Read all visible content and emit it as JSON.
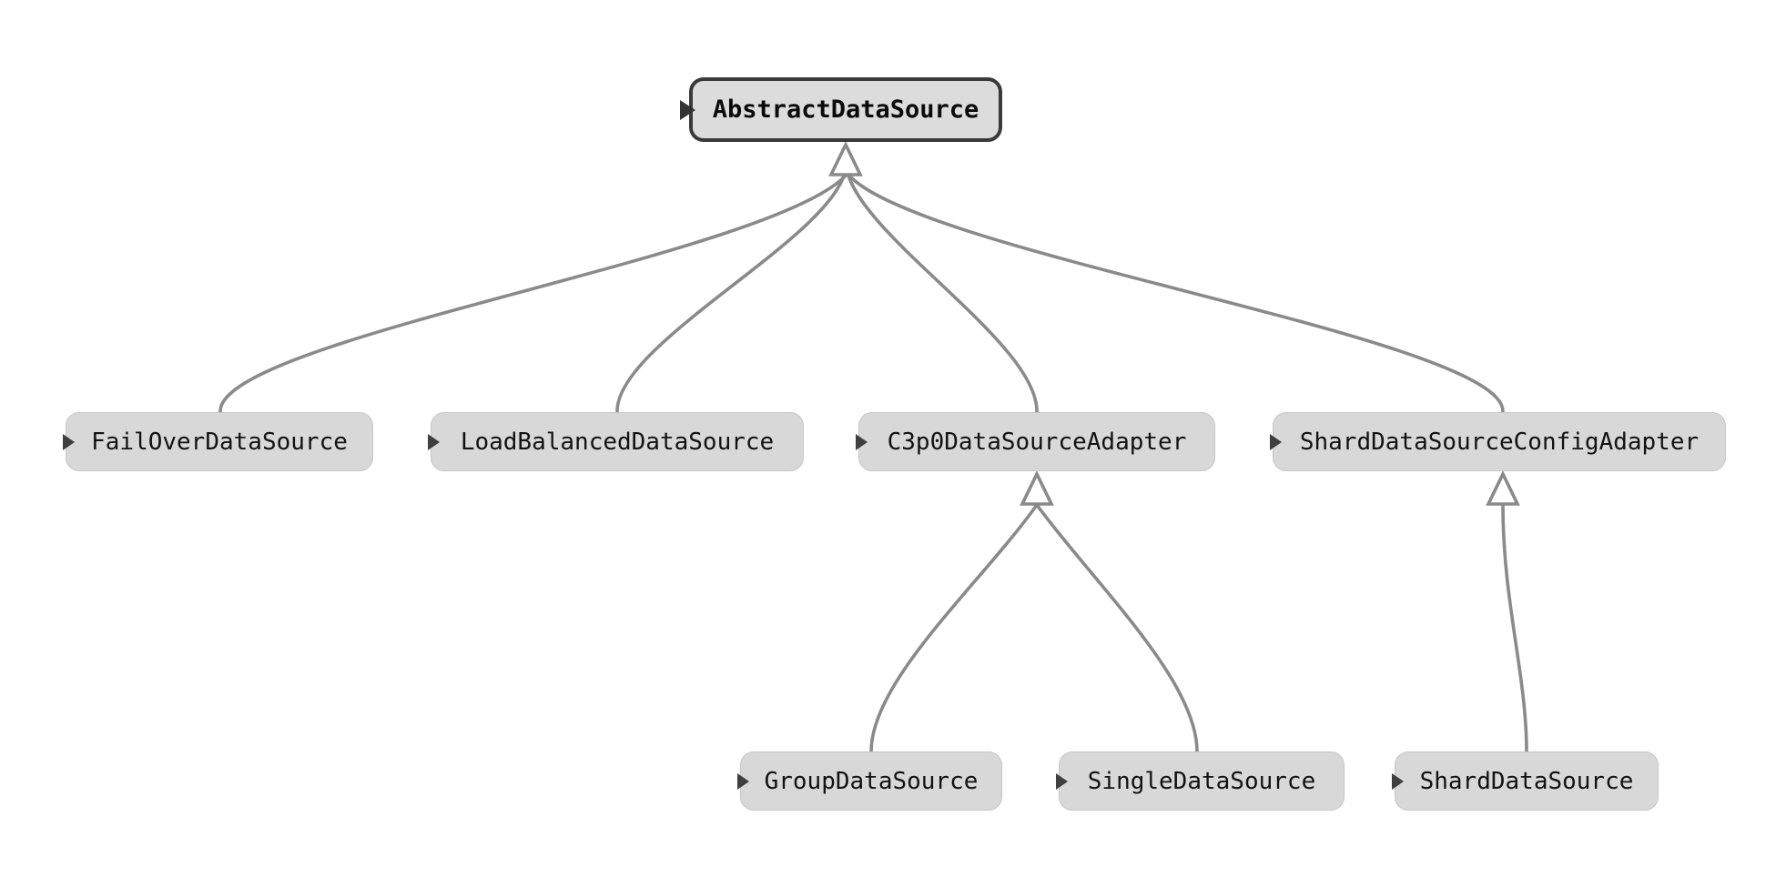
{
  "diagram": {
    "type": "class-inheritance-tree",
    "nodes": {
      "abstract": {
        "label": "AbstractDataSource",
        "role": "root"
      },
      "failover": {
        "label": "FailOverDataSource"
      },
      "loadbalanced": {
        "label": "LoadBalancedDataSource"
      },
      "c3p0": {
        "label": "C3p0DataSourceAdapter"
      },
      "shardconfig": {
        "label": "ShardDataSourceConfigAdapter"
      },
      "group": {
        "label": "GroupDataSource"
      },
      "single": {
        "label": "SingleDataSource"
      },
      "shard": {
        "label": "ShardDataSource"
      }
    },
    "edges": [
      {
        "parent": "AbstractDataSource",
        "child": "FailOverDataSource"
      },
      {
        "parent": "AbstractDataSource",
        "child": "LoadBalancedDataSource"
      },
      {
        "parent": "AbstractDataSource",
        "child": "C3p0DataSourceAdapter"
      },
      {
        "parent": "AbstractDataSource",
        "child": "ShardDataSourceConfigAdapter"
      },
      {
        "parent": "C3p0DataSourceAdapter",
        "child": "GroupDataSource"
      },
      {
        "parent": "C3p0DataSourceAdapter",
        "child": "SingleDataSource"
      },
      {
        "parent": "ShardDataSourceConfigAdapter",
        "child": "ShardDataSource"
      }
    ],
    "icons": {
      "node_bullet": "right-pointing-triangle",
      "inheritance": "hollow-upward-triangle"
    },
    "colors": {
      "background": "#ffffff",
      "node_fill": "#d8d8d8",
      "root_fill": "#dcdcdc",
      "root_border": "#3a3a3a",
      "edge": "#8a8a8a",
      "marker": "#3f3f3f",
      "text": "#121212"
    }
  }
}
